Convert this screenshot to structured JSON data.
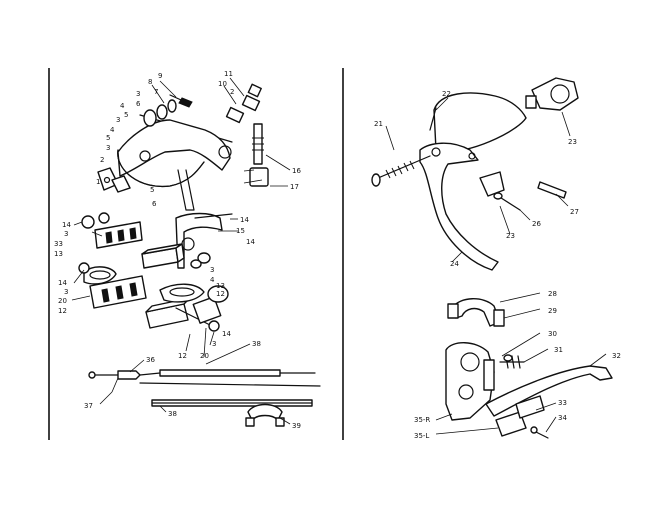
{
  "callouts": {
    "l_9": "9",
    "l_8": "8",
    "l_7": "7",
    "l_6": "6",
    "l_3a": "3",
    "l_4": "4",
    "l_5": "5",
    "l_11": "11",
    "l_10": "10",
    "l_2": "2",
    "l_3b": "3",
    "l_4b": "4",
    "l_5b": "5",
    "l_3c": "3",
    "l_2b": "2",
    "l_1": "1",
    "l_16": "16",
    "l_17": "17",
    "l_5c": "5",
    "l_6b": "6",
    "l_14a": "14",
    "l_3d": "3",
    "l_33": "33",
    "l_13": "13",
    "l_14b": "14",
    "l_15": "15",
    "l_14c": "14",
    "l_3e": "3",
    "l_4c": "4",
    "l_13b": "13",
    "l_12b": "12",
    "l_14d": "14",
    "l_3f": "3",
    "l_20a": "20",
    "l_12": "12",
    "l_14e": "14",
    "l_3g": "3",
    "l_20b": "20",
    "l_12c": "12",
    "l_38a": "38",
    "l_36": "36",
    "l_37": "37",
    "l_38b": "38",
    "l_39": "39",
    "l_22": "22",
    "l_21": "21",
    "l_23a": "23",
    "l_23b": "23",
    "l_26": "26",
    "l_27": "27",
    "l_24": "24",
    "l_28": "28",
    "l_29": "29",
    "l_30": "30",
    "l_31": "31",
    "l_32": "32",
    "l_35r": "35-R",
    "l_35l": "35-L",
    "l_33b": "33",
    "l_34": "34"
  }
}
